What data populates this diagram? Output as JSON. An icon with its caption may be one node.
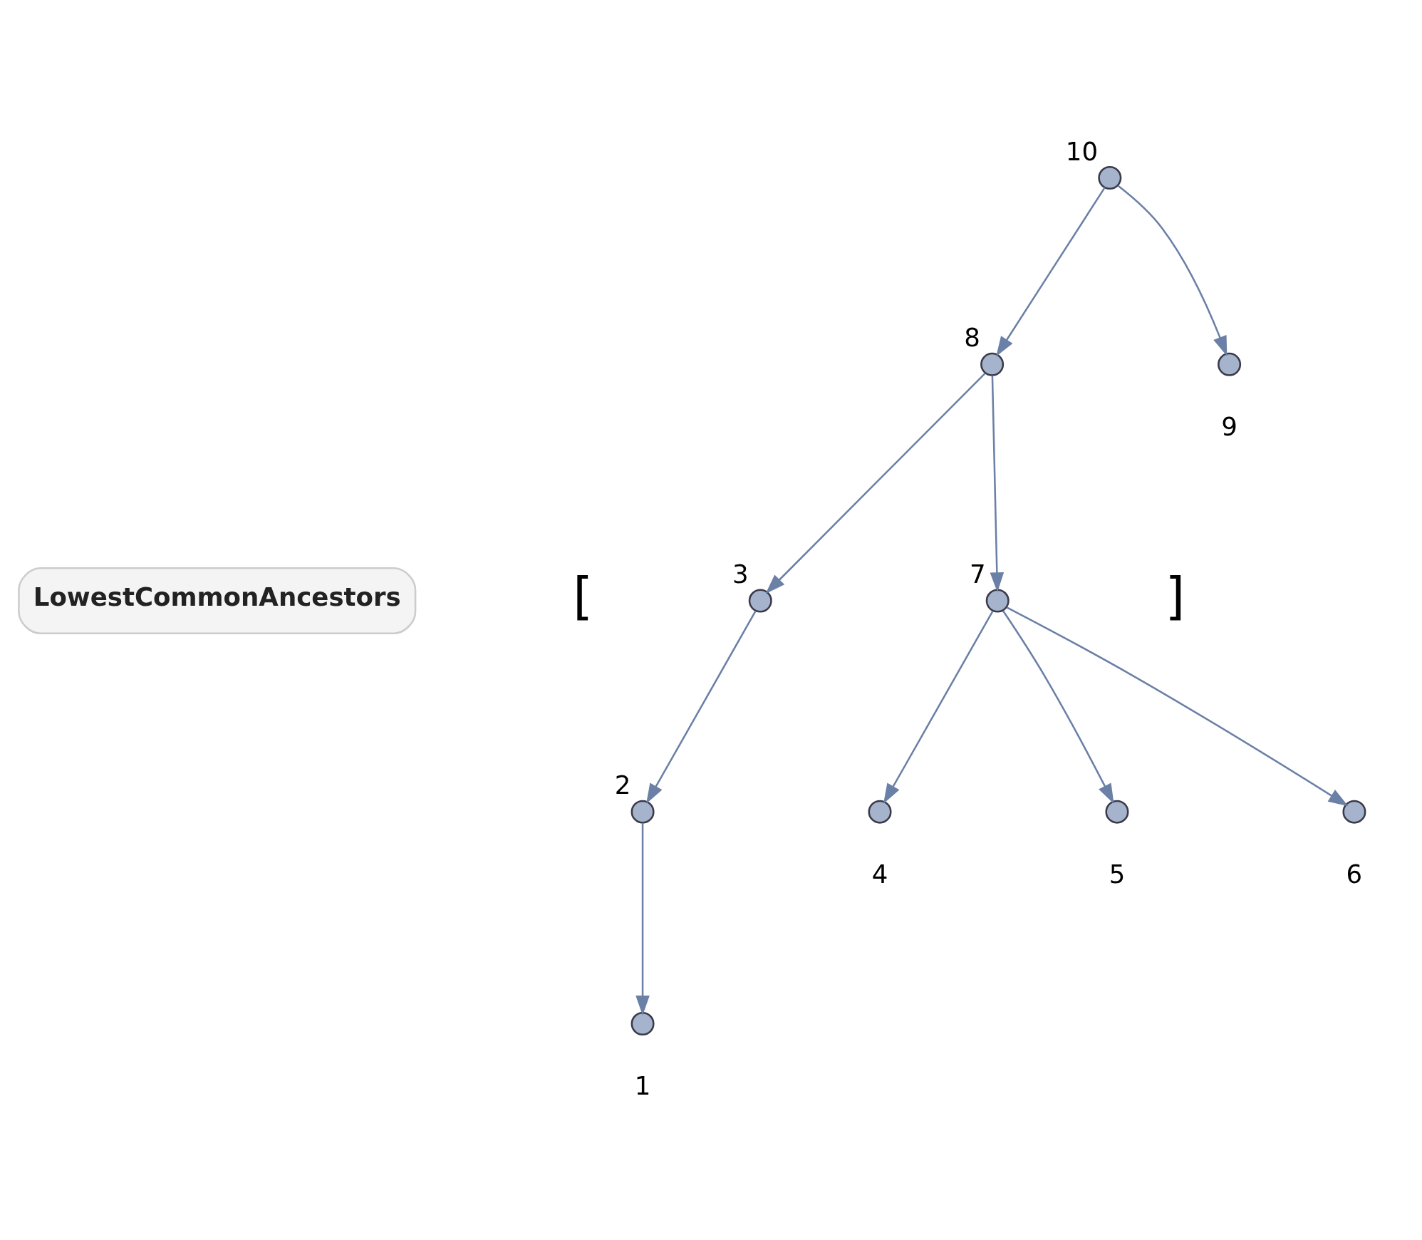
{
  "diagram": {
    "nodes": [
      {
        "text": [],
        "shape": "circle",
        "beside": [
          "10"
        ]
      },
      {
        "text": [],
        "shape": "circle",
        "beside": [
          "8"
        ]
      },
      {
        "text": [],
        "shape": "circle",
        "beside": [
          "9"
        ]
      },
      {
        "text": [],
        "shape": "circle",
        "beside": [
          "3"
        ]
      },
      {
        "text": [],
        "shape": "circle",
        "beside": [
          "7"
        ]
      },
      {
        "text": [],
        "shape": "circle",
        "beside": [
          "2"
        ]
      },
      {
        "text": [],
        "shape": "circle",
        "beside": [
          "4"
        ]
      },
      {
        "text": [],
        "shape": "circle",
        "beside": [
          "5"
        ]
      },
      {
        "text": [],
        "shape": "circle",
        "beside": [
          "6"
        ]
      },
      {
        "text": [],
        "shape": "circle",
        "beside": [
          "1"
        ]
      },
      {
        "text": [
          "LowestCommonAncestors"
        ]
      }
    ],
    "edges": [
      {
        "from": 0,
        "to": 1,
        "arrow": "to"
      },
      {
        "from": 0,
        "to": 2,
        "arrow": "to"
      },
      {
        "from": 1,
        "to": 3,
        "arrow": "to"
      },
      {
        "from": 1,
        "to": 4,
        "arrow": "to"
      },
      {
        "from": 3,
        "to": 5,
        "arrow": "to"
      },
      {
        "from": 4,
        "to": 6,
        "arrow": "to"
      },
      {
        "from": 4,
        "to": 7,
        "arrow": "to"
      },
      {
        "from": 4,
        "to": 8,
        "arrow": "to"
      },
      {
        "from": 5,
        "to": 9,
        "arrow": "to"
      }
    ],
    "labels": [
      "[",
      "]"
    ]
  }
}
